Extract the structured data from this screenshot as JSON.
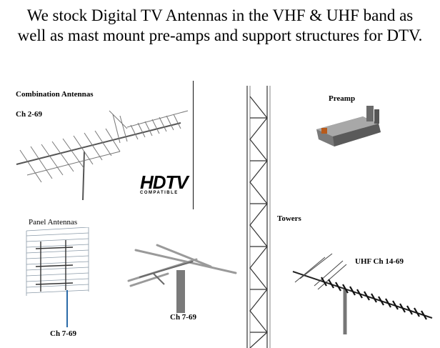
{
  "headline": {
    "line1": "We stock Digital TV Antennas in the VHF & UHF band as",
    "line2": "well as mast mount pre-amps and support structures for DTV."
  },
  "labels": {
    "combination": "Combination Antennas",
    "combination_channels": "Ch 2-69",
    "preamp": "Preamp",
    "towers": "Towers",
    "panel": "Panel Antennas",
    "panel_channels": "Ch 7-69",
    "yagi_channels": "Ch 7-69",
    "uhf": "UHF Ch 14-69"
  },
  "hdtv_logo": {
    "mark": "HDTV",
    "caption": "COMPATIBLE"
  },
  "icons": [
    "combination-antenna-image",
    "preamp-image",
    "tower-image",
    "panel-antenna-image",
    "vhf-yagi-image",
    "uhf-antenna-image"
  ]
}
